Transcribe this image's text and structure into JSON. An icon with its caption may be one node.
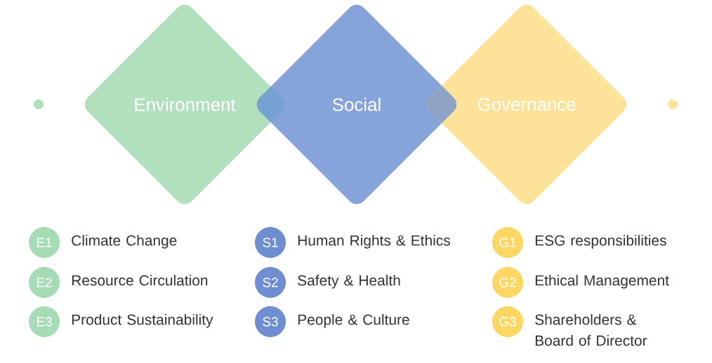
{
  "diagram": {
    "nodes": [
      {
        "text": [
          "Environment"
        ]
      },
      {
        "text": [
          "Social"
        ]
      },
      {
        "text": [
          "Governance"
        ]
      },
      {
        "text": [
          "E1"
        ],
        "beside": [
          "Climate Change"
        ]
      },
      {
        "text": [
          "E2"
        ],
        "beside": [
          "Resource Circulation"
        ]
      },
      {
        "text": [
          "E3"
        ],
        "beside": [
          "Product Sustainability"
        ]
      },
      {
        "text": [
          "S1"
        ],
        "beside": [
          "Human Rights & Ethics"
        ]
      },
      {
        "text": [
          "S2"
        ],
        "beside": [
          "Safety & Health"
        ]
      },
      {
        "text": [
          "S3"
        ],
        "beside": [
          "People & Culture"
        ]
      },
      {
        "text": [
          "G1"
        ],
        "beside": [
          "ESG responsibilities"
        ]
      },
      {
        "text": [
          "G2"
        ],
        "beside": [
          "Ethical Management"
        ]
      },
      {
        "text": [
          "G3"
        ],
        "beside": [
          "Shareholders & Board of Director"
        ]
      }
    ]
  }
}
